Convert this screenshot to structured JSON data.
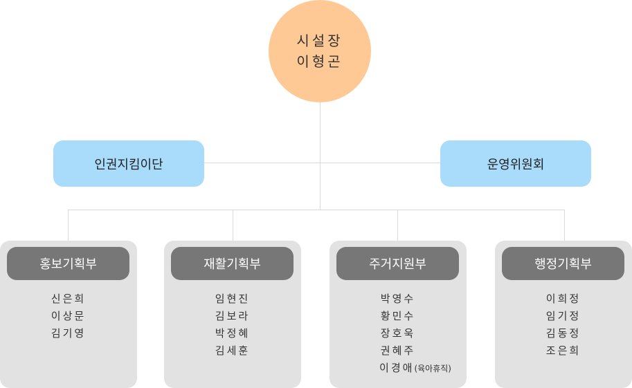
{
  "head": {
    "title": "시설장",
    "name": "이형곤"
  },
  "committees": [
    "인권지킴이단",
    "운영위원회"
  ],
  "departments": [
    {
      "name": "홍보기획부",
      "members": [
        "신은희",
        "이상문",
        "김기영"
      ]
    },
    {
      "name": "재활기획부",
      "members": [
        "임현진",
        "김보라",
        "박정혜",
        "김세훈"
      ]
    },
    {
      "name": "주거지원부",
      "members": [
        "박영수",
        "황민수",
        "장호욱",
        "권혜주",
        "이경애"
      ],
      "note": "(육아휴직)"
    },
    {
      "name": "행정기획부",
      "members": [
        "이희정",
        "임기정",
        "김동정",
        "조은희"
      ]
    }
  ]
}
